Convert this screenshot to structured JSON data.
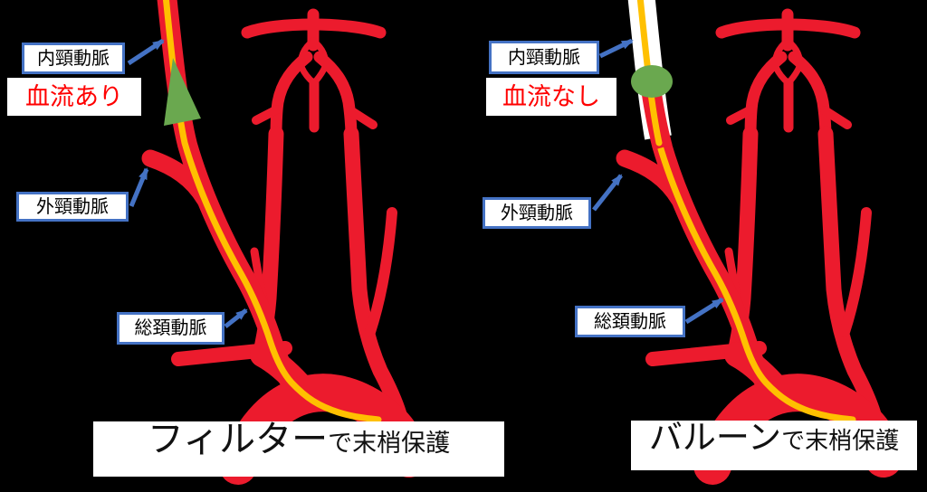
{
  "colors": {
    "vessel_red": "#EC1B2D",
    "wire_yellow": "#FFC000",
    "device_green": "#6AA84F",
    "label_border_blue": "#4472C4",
    "arrow_blue": "#4472C4",
    "flow_text_red": "#FF0000",
    "no_flow_white": "#FFFFFF",
    "background": "#000000"
  },
  "panels": {
    "left": {
      "device_type": "filter",
      "labels": {
        "internal_carotid": "内頸動脈",
        "external_carotid": "外頸動脈",
        "common_carotid": "総頚動脈"
      },
      "flow_status": "血流あり",
      "caption_device": "フィルター",
      "caption_suffix": "で末梢保護"
    },
    "right": {
      "device_type": "balloon",
      "labels": {
        "internal_carotid": "内頸動脈",
        "external_carotid": "外頸動脈",
        "common_carotid": "総頚動脈"
      },
      "flow_status": "血流なし",
      "caption_device": "バルーン",
      "caption_suffix": "で末梢保護"
    }
  }
}
